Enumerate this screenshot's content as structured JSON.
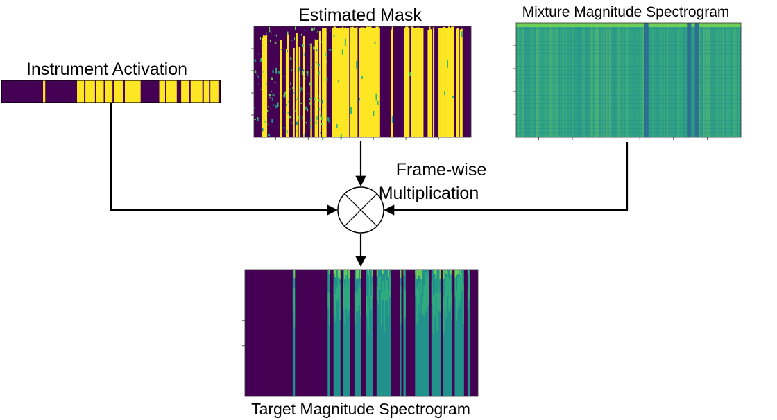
{
  "labels": {
    "instrument_activation": "Instrument Activation",
    "estimated_mask": "Estimated Mask",
    "mixture_spectrogram": "Mixture Magnitude Spectrogram",
    "frame_wise_line1": "Frame-wise",
    "frame_wise_line2": "Multiplication",
    "target_spectrogram": "Target Magnitude Spectrogram"
  },
  "colors": {
    "viridis_dark": "#440154",
    "viridis_yellow": "#fde725",
    "viridis_teal": "#21918c",
    "viridis_green": "#35b779",
    "viridis_lime": "#6ece58",
    "arrow": "#000000"
  },
  "activation": {
    "note": "",
    "segments": [
      {
        "start": 0.0,
        "end": 0.19,
        "on": false
      },
      {
        "start": 0.19,
        "end": 0.2,
        "on": true
      },
      {
        "start": 0.2,
        "end": 0.345,
        "on": false
      },
      {
        "start": 0.345,
        "end": 0.635,
        "on": true
      },
      {
        "start": 0.635,
        "end": 0.72,
        "on": false
      },
      {
        "start": 0.72,
        "end": 0.8,
        "on": true
      },
      {
        "start": 0.8,
        "end": 0.82,
        "on": false
      },
      {
        "start": 0.82,
        "end": 0.99,
        "on": true
      },
      {
        "start": 0.99,
        "end": 1.0,
        "on": false
      }
    ],
    "divider_positions": [
      0.38,
      0.43,
      0.47,
      0.51,
      0.56,
      0.75,
      0.86,
      0.92,
      0.95
    ]
  },
  "mask": {
    "yellow_bands": [
      {
        "start": 0.035,
        "end": 0.06,
        "density": 0.7
      },
      {
        "start": 0.1,
        "end": 0.16,
        "density": 0.35
      },
      {
        "start": 0.18,
        "end": 0.24,
        "density": 0.45
      },
      {
        "start": 0.26,
        "end": 0.3,
        "density": 0.55
      },
      {
        "start": 0.3,
        "end": 0.34,
        "density": 0.7
      },
      {
        "start": 0.36,
        "end": 0.58,
        "density": 0.95
      },
      {
        "start": 0.63,
        "end": 0.64,
        "density": 0.9
      },
      {
        "start": 0.69,
        "end": 0.78,
        "density": 0.95
      },
      {
        "start": 0.8,
        "end": 0.83,
        "density": 0.9
      },
      {
        "start": 0.85,
        "end": 0.92,
        "density": 0.95
      },
      {
        "start": 0.93,
        "end": 0.96,
        "density": 0.9
      }
    ]
  },
  "mixture": {
    "dark_stripes": [
      0.57,
      0.76,
      0.795
    ]
  },
  "target": {
    "active_bands": [
      {
        "start": 0.205,
        "end": 0.215
      },
      {
        "start": 0.355,
        "end": 0.365
      },
      {
        "start": 0.38,
        "end": 0.41
      },
      {
        "start": 0.42,
        "end": 0.45
      },
      {
        "start": 0.47,
        "end": 0.5
      },
      {
        "start": 0.52,
        "end": 0.55
      },
      {
        "start": 0.565,
        "end": 0.625
      },
      {
        "start": 0.665,
        "end": 0.67
      },
      {
        "start": 0.68,
        "end": 0.69
      },
      {
        "start": 0.73,
        "end": 0.79
      },
      {
        "start": 0.8,
        "end": 0.84
      },
      {
        "start": 0.85,
        "end": 0.89
      },
      {
        "start": 0.9,
        "end": 0.94
      },
      {
        "start": 0.955,
        "end": 0.965
      }
    ]
  }
}
